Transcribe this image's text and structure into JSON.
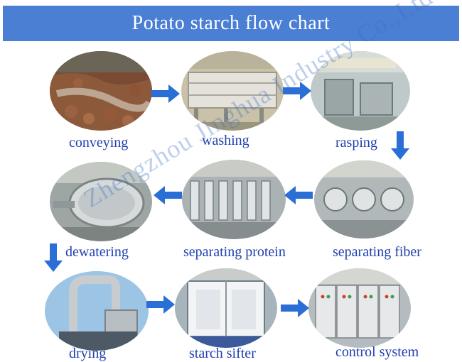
{
  "header": {
    "title": "Potato  starch flow chart"
  },
  "steps": [
    {
      "label": "conveying",
      "icon": "conveyor-belt-photo"
    },
    {
      "label": "washing",
      "icon": "washing-machine-photo"
    },
    {
      "label": "rasping",
      "icon": "rasping-machine-photo"
    },
    {
      "label": "separating fiber",
      "icon": "centrifugal-sieve-photo"
    },
    {
      "label": "separating protein",
      "icon": "hydrocyclone-photo"
    },
    {
      "label": "dewatering",
      "icon": "vacuum-filter-photo"
    },
    {
      "label": "drying",
      "icon": "flash-dryer-photo"
    },
    {
      "label": "starch sifter",
      "icon": "sifter-photo"
    },
    {
      "label": "control system",
      "icon": "control-cabinet-photo"
    }
  ],
  "watermark": {
    "text": "Zhengzhou Jinghua Industry Co.,Ltd"
  },
  "colors": {
    "banner": "#4a7fd4",
    "label": "#1f3fae",
    "arrow": "#2a6fd6"
  }
}
